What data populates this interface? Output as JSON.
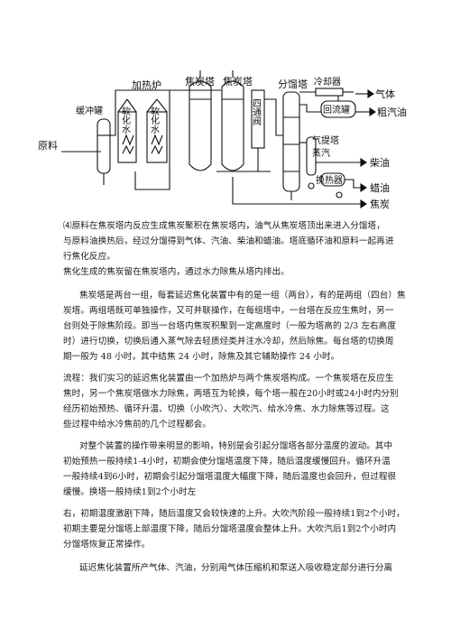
{
  "diagram": {
    "labels": {
      "feed": "原料",
      "buffer_tank": "缓冲罐",
      "furnace": "加热炉",
      "softened_water_1": "软化水",
      "softened_water_2": "软化水",
      "coke_tower_1": "焦炭塔",
      "coke_tower_2": "焦炭塔",
      "four_way_valve": "四通阀",
      "fractionator": "分馏塔",
      "cooler": "冷却器",
      "reflux_tank": "回流罐",
      "gas": "气体",
      "crude_gasoline": "粗汽油",
      "stripper": "气提塔",
      "steam": "蒸汽",
      "heat_exchanger": "换热器",
      "diesel": "柴油",
      "wax_oil": "蜡油",
      "coke": "焦炭"
    }
  },
  "text": {
    "lines": [
      "⑷原料在焦炭塔内反应生成焦炭聚积在焦炭塔内，油气从焦炭塔顶出来进入分馏塔，",
      "与原料油换热后，经过分馏得到气体、汽油、柴油和蜡油。塔底循环油和原料一起再进",
      "行焦化反应。",
      "焦化生成的焦炭留在焦炭塔内，通过水力除焦从塔内排出。",
      "焦炭塔是两台一组，每套延迟焦化装置中有的是一组（两台），有的是两组（四台）焦",
      "炭塔。两组塔既可单独操作，又可并联操作，在每组塔中，一台塔在反应生焦时，另一",
      "台则处于除焦阶段。即当一台塔内焦炭积聚到一定高度时（一般为塔高的 2/3 左右高度",
      "时）进行切换，切换后通入蒸气除去轻质烃类并注水冷却，然后除焦。每台塔的切换周",
      "期一般为 48 小时，其中结焦 24 小时，除焦及其它辅助操作 24 小时。",
      "流程：我们实习的延迟焦化装置由一个加热炉与两个焦炭塔构成。一个焦炭塔在反应生",
      "焦时，另一个焦炭塔做水力除焦，两塔互为轮换，每个塔一般在20小时或24小时内分别",
      "经历初始预热、循环升温、切换（小吹汽）、大吹汽、给水冷焦、水力除焦等过程。这",
      "些过程中给水冷焦前的几个过程都会。",
      "对整个装置的操作带来明显的影响，特别是会引起分馏塔各部分温度的波动。其中",
      "初始预热一般持续1-4小时，初期会使分馏塔温度下降，随后温度缓慢回升。循环升温",
      "一般持续4到6小时，初期会引起分馏塔温度大幅度下降，随后温度也会回升，但过程很",
      "缓慢。换塔一般持续1到2个小时左",
      "右，初期温度激剧下降，随后温度又会较快速的上升。大吹汽阶段一般持续1到2个小时，",
      "初期主要是分馏塔上部温度下降，随后分馏塔温度会整体上升。大吹汽后1到2个小时内",
      "分馏塔恢复正常操作。",
      "延迟焦化装置所产气体、汽油，分别用气体压缩机和泵送入吸收稳定部分进行分离"
    ]
  }
}
